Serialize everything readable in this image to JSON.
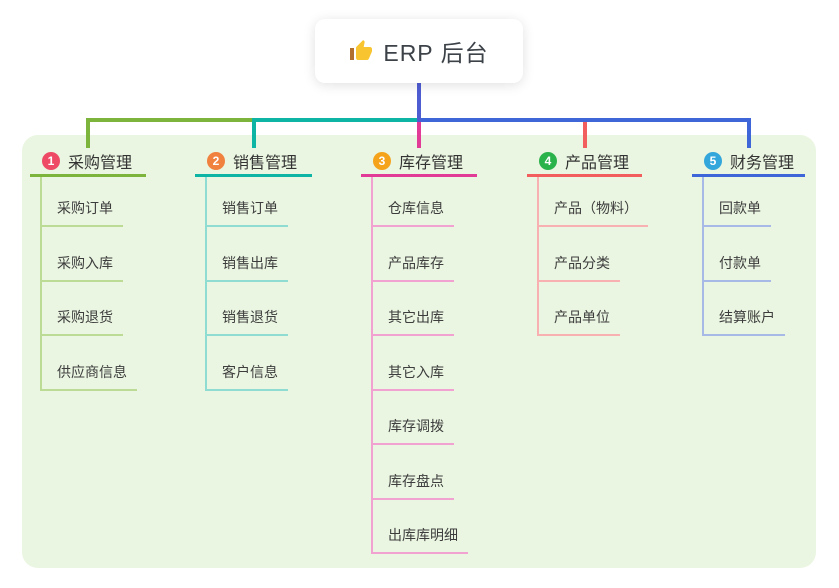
{
  "root": {
    "title": "ERP 后台",
    "icon": "thumbs-up-icon"
  },
  "connectors": {
    "stem_color": "#4f5dd3"
  },
  "panel_color": "#eaf6e1",
  "branches": [
    {
      "badge": "1",
      "label": "采购管理",
      "color": "#7db53c",
      "light_color": "#bcdb94",
      "badge_color": "#ee4a66",
      "children": [
        "采购订单",
        "采购入库",
        "采购退货",
        "供应商信息"
      ]
    },
    {
      "badge": "2",
      "label": "销售管理",
      "color": "#0fb5a4",
      "light_color": "#8fdcd2",
      "badge_color": "#f0813f",
      "children": [
        "销售订单",
        "销售出库",
        "销售退货",
        "客户信息"
      ]
    },
    {
      "badge": "3",
      "label": "库存管理",
      "color": "#e13a97",
      "light_color": "#f2a2d0",
      "badge_color": "#f5a31b",
      "children": [
        "仓库信息",
        "产品库存",
        "其它出库",
        "其它入库",
        "库存调拨",
        "库存盘点",
        "出库库明细"
      ]
    },
    {
      "badge": "4",
      "label": "产品管理",
      "color": "#f25d5d",
      "light_color": "#f8b0b0",
      "badge_color": "#2ab24b",
      "children": [
        "产品（物料）",
        "产品分类",
        "产品单位"
      ]
    },
    {
      "badge": "5",
      "label": "财务管理",
      "color": "#3f66d9",
      "light_color": "#a7b9e6",
      "badge_color": "#33a6db",
      "children": [
        "回款单",
        "付款单",
        "结算账户"
      ]
    }
  ]
}
